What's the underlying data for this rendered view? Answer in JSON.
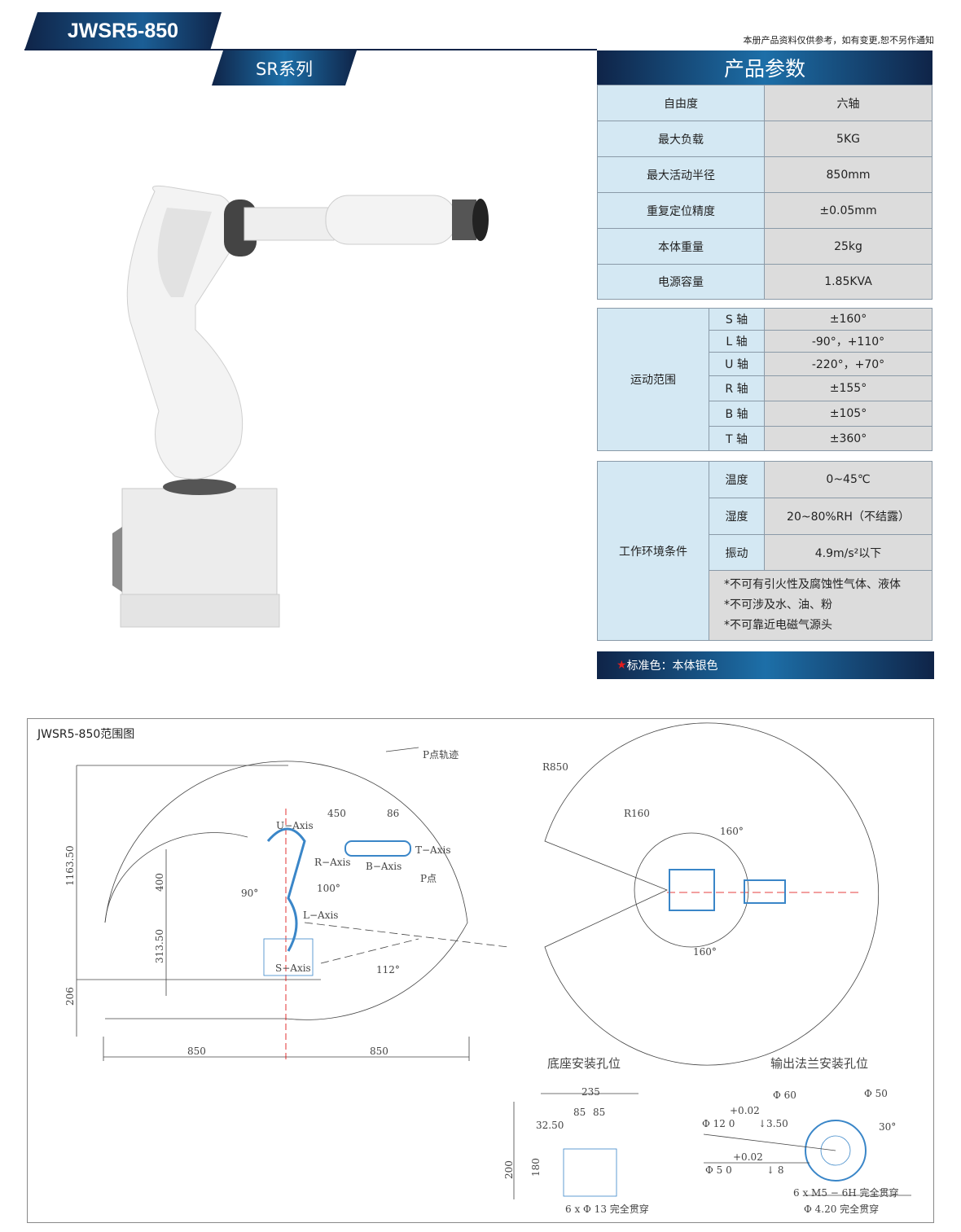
{
  "header": {
    "model": "JWSR5-850",
    "series": "SR系列",
    "notice": "本册产品资料仅供参考，如有变更,恕不另作通知"
  },
  "specs": {
    "title": "产品参数",
    "rows": [
      {
        "label": "自由度",
        "value": "六轴"
      },
      {
        "label": "最大负载",
        "value": "5KG"
      },
      {
        "label": "最大活动半径",
        "value": "850mm"
      },
      {
        "label": "重复定位精度",
        "value": "±0.05mm"
      },
      {
        "label": "本体重量",
        "value": "25kg"
      },
      {
        "label": "电源容量",
        "value": "1.85KVA"
      }
    ],
    "motion": {
      "label": "运动范围",
      "axes": [
        {
          "axis": "S 轴",
          "range": "±160°"
        },
        {
          "axis": "L 轴",
          "range": "-90°，+110°"
        },
        {
          "axis": "U 轴",
          "range": "-220°，+70°"
        },
        {
          "axis": "R 轴",
          "range": "±155°"
        },
        {
          "axis": "B 轴",
          "range": "±105°"
        },
        {
          "axis": "T 轴",
          "range": "±360°"
        }
      ]
    },
    "env": {
      "label": "工作环境条件",
      "items": [
        {
          "label": "温度",
          "value": "0~45℃"
        },
        {
          "label": "湿度",
          "value": "20~80%RH（不结露）"
        },
        {
          "label": "振动",
          "value": "4.9m/s²以下"
        }
      ],
      "notes": [
        "*不可有引火性及腐蚀性气体、液体",
        "*不可涉及水、油、粉",
        "*不可靠近电磁气源头"
      ]
    },
    "standard_color": {
      "star": "★",
      "text": "标准色：本体银色"
    }
  },
  "diagram": {
    "title": "JWSR5-850范围图",
    "side": {
      "trajectory": "P点轨迹",
      "d450": "450",
      "d86": "86",
      "u": "U−Axis",
      "r": "R−Axis",
      "b": "B−Axis",
      "t": "T−Axis",
      "p": "P点",
      "a90": "90°",
      "a100": "100°",
      "l": "L−Axis",
      "s": "S−Axis",
      "a112": "112°",
      "h1163": "1163.50",
      "h400": "400",
      "h313": "313.50",
      "h206": "206",
      "w850a": "850",
      "w850b": "850"
    },
    "top": {
      "r850": "R850",
      "r160": "R160",
      "a160a": "160°",
      "a160b": "160°"
    },
    "base": {
      "title": "底座安装孔位",
      "d235": "235",
      "d85a": "85",
      "d85b": "85",
      "d32": "32.50",
      "d200": "200",
      "d180": "180",
      "holes": "6 x Φ  13 完全贯穿"
    },
    "flange": {
      "title": "输出法兰安装孔位",
      "d60": "Φ 60",
      "d50": "Φ 50",
      "tol1": "+0.02",
      "d12": "Φ 12  0",
      "depth1": "↓3.50",
      "a30": "30°",
      "tol2": "+0.02",
      "d5": "Φ  5  0",
      "depth2": "↓ 8",
      "thread": "6 x  M5 − 6H 完全贯穿",
      "drill": "Φ  4.20 完全贯穿"
    }
  },
  "colors": {
    "navy": "#0f2448",
    "accent": "#1d6fa8",
    "blue_cell": "#d4e8f3",
    "gray_cell": "#dcdcdc",
    "red": "#e21d1d"
  }
}
